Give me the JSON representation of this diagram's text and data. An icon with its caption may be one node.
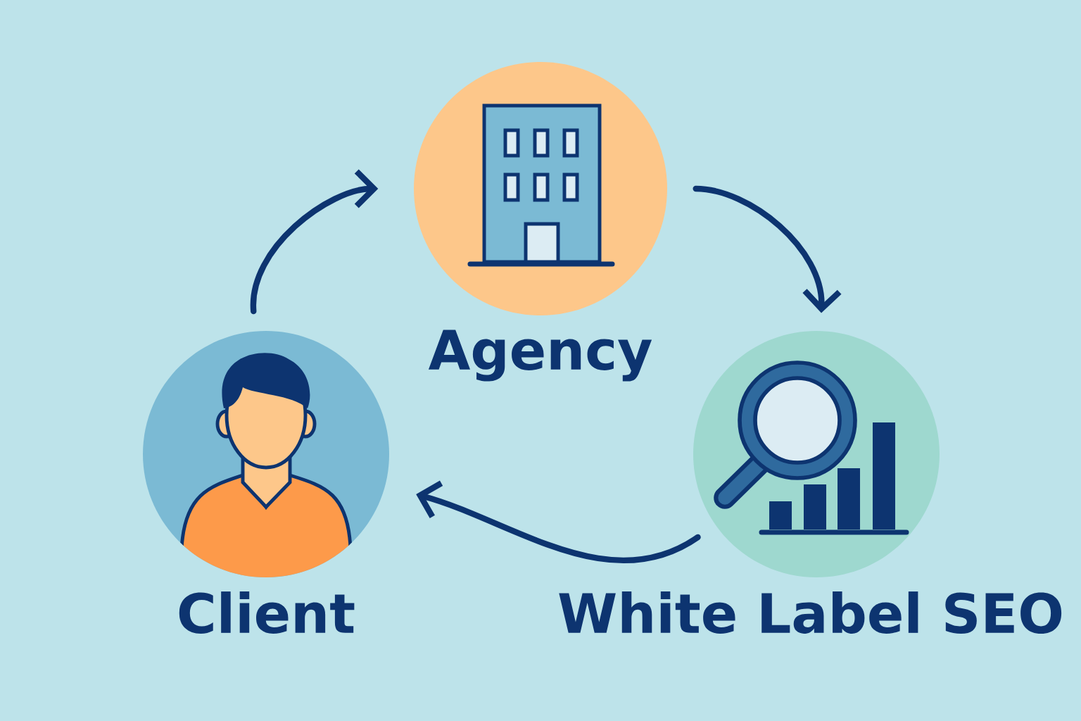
{
  "diagram": {
    "nodes": [
      {
        "text": [
          "Agency"
        ]
      },
      {
        "text": [
          "Client"
        ]
      },
      {
        "text": [
          "White Label SEO"
        ]
      }
    ],
    "edges": [
      {
        "from": 1,
        "to": 0,
        "arrow": "to"
      },
      {
        "from": 0,
        "to": 2,
        "arrow": "to"
      },
      {
        "from": 2,
        "to": 1,
        "arrow": "to"
      }
    ]
  }
}
